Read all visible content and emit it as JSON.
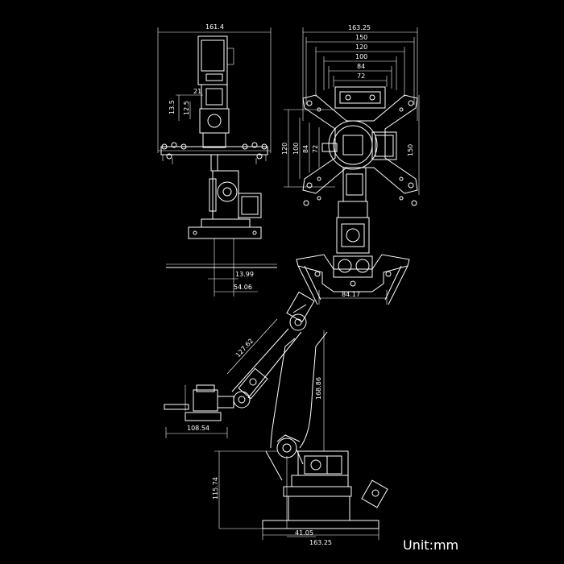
{
  "unit_label": "Unit:mm",
  "views": {
    "side": {
      "width": "161.4",
      "d21": "21",
      "d13_5": "13.5",
      "d12_5": "12.5",
      "d13_99": "13.99",
      "d54_06": "54.06"
    },
    "front": {
      "w163_25": "163.25",
      "w150": "150",
      "w120": "120",
      "w100": "100",
      "w84": "84",
      "w72": "72",
      "v120": "120",
      "v100": "100",
      "v84": "84",
      "v72": "72",
      "v150": "150",
      "b84_17": "84.17"
    },
    "arm": {
      "a127_62": "127.62",
      "a168_86": "168.86",
      "a108_54": "108.54",
      "a115_74": "115.74",
      "a41_05": "41.05",
      "a163_25": "163.25"
    }
  }
}
